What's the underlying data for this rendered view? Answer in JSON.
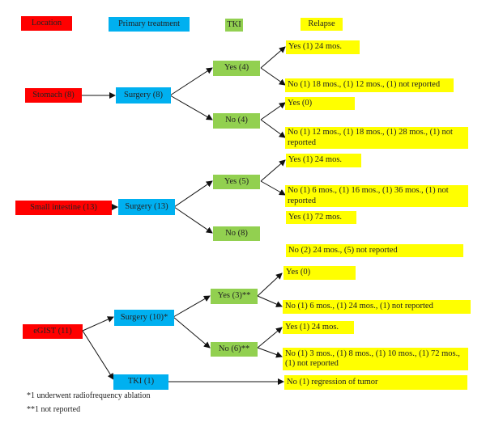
{
  "headers": {
    "location": "Location",
    "primary_treatment": "Primary treatment",
    "tki": "TKI",
    "relapse": "Relapse"
  },
  "stomach": {
    "location": "Stomach (8)",
    "surgery": "Surgery (8)",
    "tki_yes": "Yes (4)",
    "tki_no": "No (4)",
    "relapse_yes_yes": "Yes (1) 24 mos.",
    "relapse_yes_no": "No (1) 18 mos., (1) 12 mos., (1) not reported",
    "relapse_no_yes": "Yes (0)",
    "relapse_no_no": "No (1) 12 mos., (1) 18 mos., (1) 28 mos., (1) not reported"
  },
  "small_intestine": {
    "location": "Small intestine (13)",
    "surgery": "Surgery (13)",
    "tki_yes": "Yes (5)",
    "tki_no": "No (8)",
    "relapse_yes_yes": "Yes (1) 24 mos.",
    "relapse_yes_no": "No (1) 6 mos., (1) 16 mos., (1) 36 mos., (1) not reported",
    "relapse_no_yes": "Yes (1) 72 mos.",
    "relapse_no_no": "No (2) 24 mos., (5) not reported"
  },
  "egist": {
    "location": "eGIST (11)",
    "surgery": "Surgery (10)*",
    "tki_primary": "TKI (1)",
    "tki_yes": "Yes (3)**",
    "tki_no": "No (6)**",
    "relapse_yes_yes": "Yes (0)",
    "relapse_yes_no": "No (1) 6 mos., (1) 24 mos., (1) not reported",
    "relapse_no_yes": "Yes (1) 24 mos.",
    "relapse_no_no": "No (1) 3 mos., (1) 8 mos., (1) 10 mos., (1) 72 mos., (1) not reported",
    "relapse_tki": "No (1) regression of tumor"
  },
  "footnotes": {
    "single": "*1 underwent radiofrequency ablation",
    "double": "**1 not reported"
  },
  "colors": {
    "location": "#ff0000",
    "primary_treatment": "#00b0f0",
    "tki": "#92d050",
    "relapse": "#ffff00",
    "line": "#111111"
  }
}
